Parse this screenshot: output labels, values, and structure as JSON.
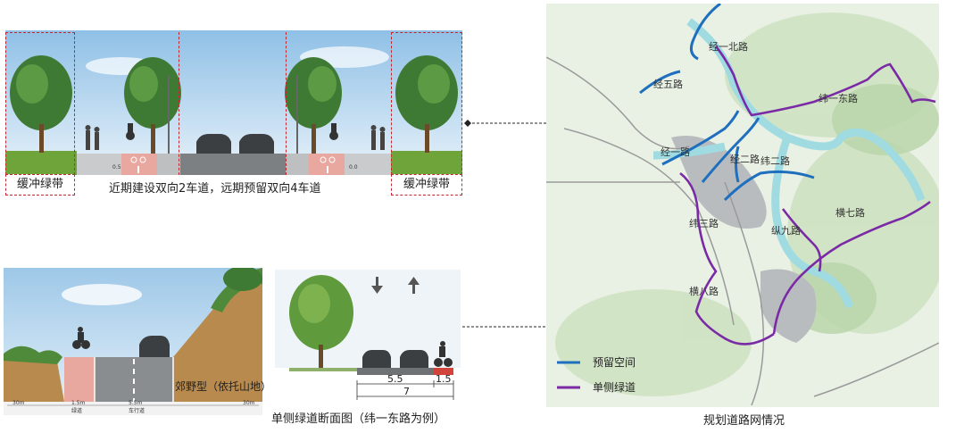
{
  "top_section": {
    "left_label": "缓冲绿带",
    "right_label": "缓冲绿带",
    "caption": "近期建设双向2车道，远期预留双向4车道",
    "dim_left": "0.5",
    "dim_right": "0.0"
  },
  "bottom_left": {
    "type_label": "郊野型（依托山地）",
    "dims": [
      "30m",
      "1.5m",
      "5.5m",
      "30m"
    ],
    "sub_labels": [
      "绿道",
      "车行道"
    ]
  },
  "bottom_middle": {
    "caption": "单侧绿道断面图（纬一东路为例）",
    "dim_road": "5.5",
    "dim_path": "1.5",
    "dim_total": "7"
  },
  "map": {
    "caption": "规划道路网情况",
    "road_labels": [
      "经五路",
      "经一北路",
      "纬一东路",
      "经一路",
      "经二路",
      "纬二路",
      "纬三路",
      "纵九路",
      "横七路",
      "横八路"
    ],
    "legend": [
      {
        "label": "预留空间",
        "color": "#1f6fbf"
      },
      {
        "label": "单侧绿道",
        "color": "#7a2aa5"
      }
    ]
  },
  "colors": {
    "dashed_red": "#c0282d",
    "bike_lane": "#e8a8a0",
    "road": "#8a8d90",
    "sky": "#cfe4f2"
  }
}
